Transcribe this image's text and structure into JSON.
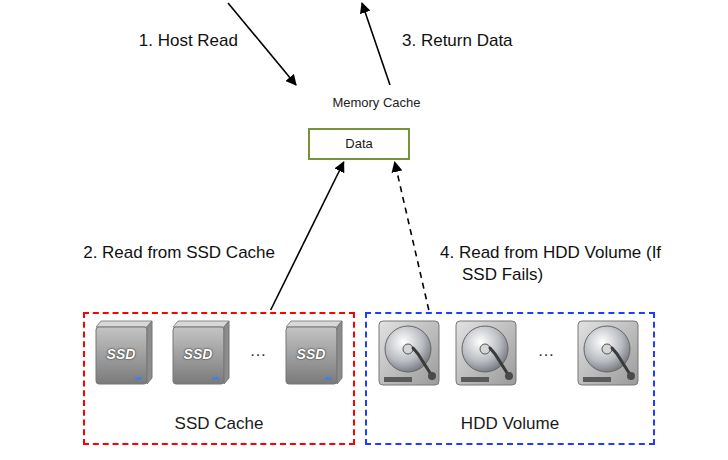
{
  "diagram": {
    "nodes": [
      {
        "text": [
          "Memory Cache"
        ]
      },
      {
        "text": [
          "Data"
        ],
        "in": 0
      },
      {
        "text": [
          "SSD Cache"
        ]
      },
      {
        "text": [
          "HDD Volume"
        ]
      }
    ],
    "edges": [
      {
        "from": 2,
        "to": 1,
        "arrow": "to",
        "label": "2. Read from SSD Cache"
      },
      {
        "from": 3,
        "to": 1,
        "arrow": "to",
        "label": "4. Read from HDD Volume (If SSD Fails)"
      }
    ],
    "labels": [
      "1. Host Read",
      "3. Return Data",
      "SSD",
      "SSD",
      "SSD",
      "…",
      "…"
    ]
  }
}
